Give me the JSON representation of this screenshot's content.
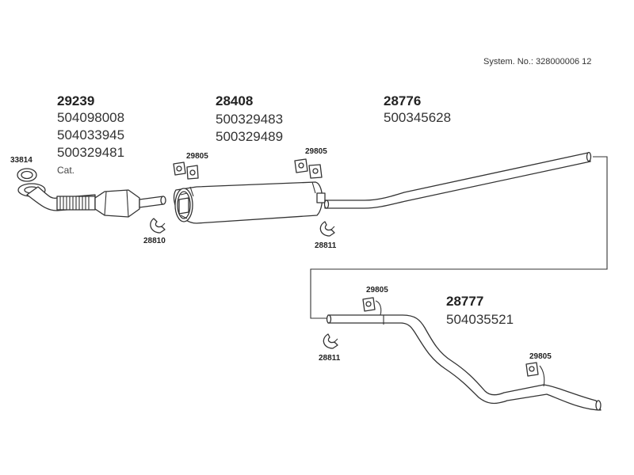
{
  "system_no": "System. No.: 328000006 12",
  "assemblies": [
    {
      "part": "29239",
      "alternates": [
        "504098008",
        "504033945",
        "500329481"
      ],
      "note": "Cat."
    },
    {
      "part": "28408",
      "alternates": [
        "500329483",
        "500329489"
      ]
    },
    {
      "part": "28776",
      "alternates": [
        "500345628"
      ]
    },
    {
      "part": "28777",
      "alternates": [
        "504035521"
      ]
    }
  ],
  "callouts": {
    "gasket": "33814",
    "clamp_front": "28810",
    "clamp_mid": "28811",
    "clamp_rear": "28811",
    "hanger_a": "29805",
    "hanger_b": "29805",
    "hanger_c": "29805",
    "hanger_d": "29805"
  },
  "colors": {
    "line": "#333333",
    "text": "#222222",
    "background": "#ffffff"
  }
}
